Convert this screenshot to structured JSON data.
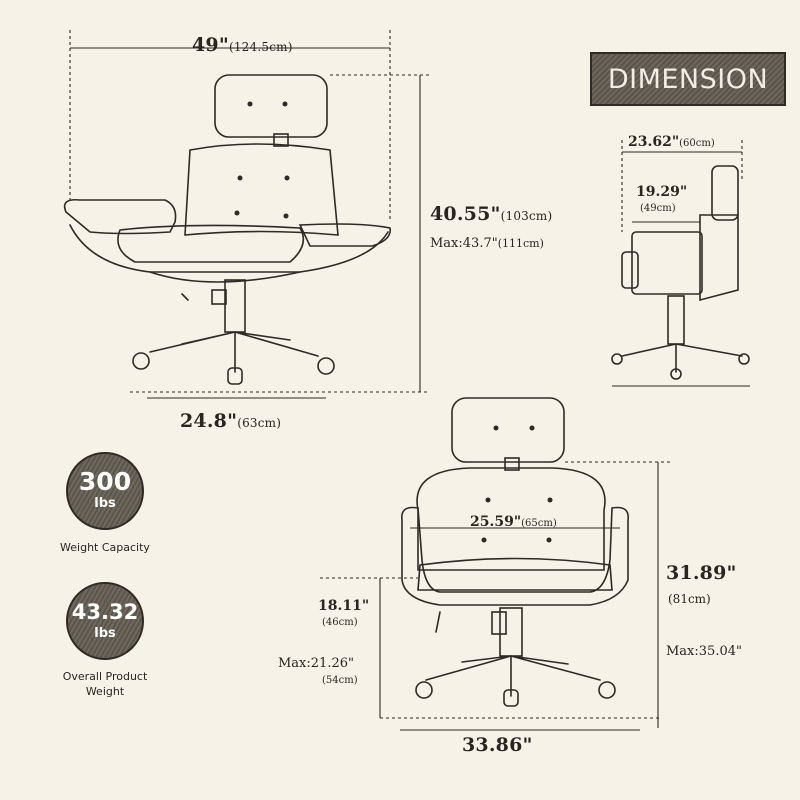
{
  "title": "DIMENSION",
  "front_view": {
    "width_in": "49\"",
    "width_cm": "(124.5cm)",
    "height_in": "40.55\"",
    "height_cm": "(103cm)",
    "height_max": "Max:43.7\"",
    "height_max_cm": "(111cm)",
    "base_in": "24.8\"",
    "base_cm": "(63cm)"
  },
  "side_view": {
    "depth_in": "23.62\"",
    "depth_cm": "(60cm)",
    "seat_depth_in": "19.29\"",
    "seat_depth_cm": "(49cm)"
  },
  "back_view": {
    "arm_width_in": "25.59\"",
    "arm_width_cm": "(65cm)",
    "seat_height_in": "18.11\"",
    "seat_height_cm": "(46cm)",
    "seat_max_in": "Max:21.26\"",
    "seat_max_cm": "(54cm)",
    "total_height_in": "31.89\"",
    "total_height_cm": "(81cm)",
    "total_max": "Max:35.04\"",
    "base_width_in": "33.86\""
  },
  "badges": {
    "capacity_value": "300",
    "capacity_unit": "lbs",
    "capacity_label": "Weight Capacity",
    "weight_value": "43.32",
    "weight_unit": "lbs",
    "weight_label": "Overall Product Weight"
  }
}
